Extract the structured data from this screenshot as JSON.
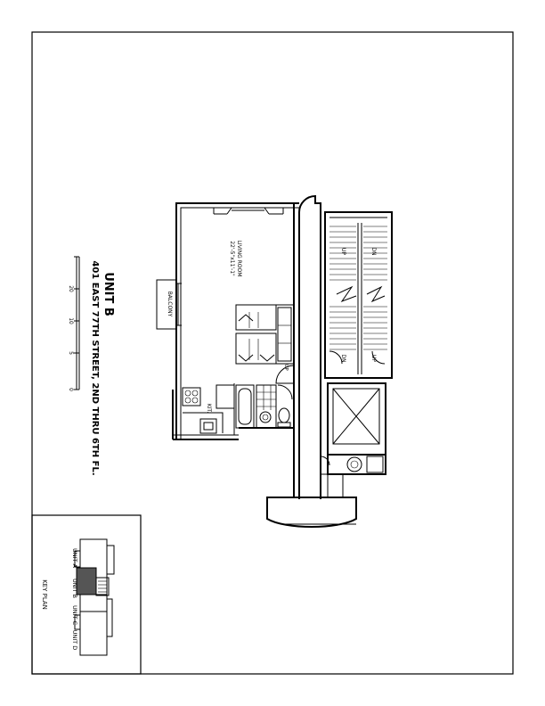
{
  "title": {
    "unit": "UNIT B",
    "address": "401 EAST 77TH STREET, 2ND THRU 6TH FL."
  },
  "rooms": {
    "living": {
      "name": "LIVING ROOM",
      "dims": "22'-5\"x11'-1\""
    },
    "balcony": "BALCONY",
    "kitchen": "KIT."
  },
  "stair_labels": {
    "up": "UP",
    "dn": "DN"
  },
  "scale_bar": {
    "labels": [
      "0",
      "5",
      "10",
      "20"
    ]
  },
  "key_plan": {
    "title": "KEY PLAN",
    "units": [
      "UNIT A",
      "UNIT B",
      "UNIT C",
      "UNIT D"
    ],
    "highlighted": "UNIT B",
    "highlight_color": "#555555"
  }
}
